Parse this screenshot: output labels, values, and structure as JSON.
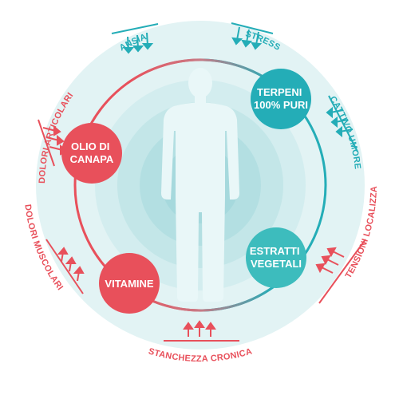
{
  "colors": {
    "teal": "#24adb7",
    "coral": "#e8505b",
    "halo": "#e2f3f4",
    "ring_light": "#d3edef",
    "ring_mid": "#c3e6e8",
    "ring_dark": "#b3dfe2",
    "body": "#e9f7f8"
  },
  "benefits": [
    {
      "id": "terpeni",
      "lines": [
        "TERPENI",
        "100% PURI"
      ],
      "color": "teal"
    },
    {
      "id": "estratti",
      "lines": [
        "ESTRATTI",
        "VEGETALI"
      ],
      "color": "teal"
    },
    {
      "id": "vitamine",
      "lines": [
        "VITAMINE"
      ],
      "color": "coral"
    },
    {
      "id": "olio",
      "lines": [
        "OLIO DI",
        "CANAPA"
      ],
      "color": "coral"
    }
  ],
  "symptoms": [
    {
      "id": "ansia",
      "label": "ANSIA",
      "color": "teal",
      "arrow_direction": "inward"
    },
    {
      "id": "stress",
      "label": "STRESS",
      "color": "teal",
      "arrow_direction": "inward"
    },
    {
      "id": "cattivo-umore",
      "label": "CATTIVO UMORE",
      "color": "teal",
      "arrow_direction": "inward"
    },
    {
      "id": "tensioni",
      "label": "TENSIONI LOCALIZZATE",
      "color": "coral",
      "arrow_direction": "inward"
    },
    {
      "id": "stanchezza",
      "label": "STANCHEZZA CRONICA",
      "color": "coral",
      "arrow_direction": "inward"
    },
    {
      "id": "dolori-muscolari",
      "label": "DOLORI MUSCOLARI",
      "color": "coral",
      "arrow_direction": "inward"
    },
    {
      "id": "dolori-articolari",
      "label": "DOLORI ARTICOLARI",
      "color": "coral",
      "arrow_direction": "inward"
    }
  ]
}
